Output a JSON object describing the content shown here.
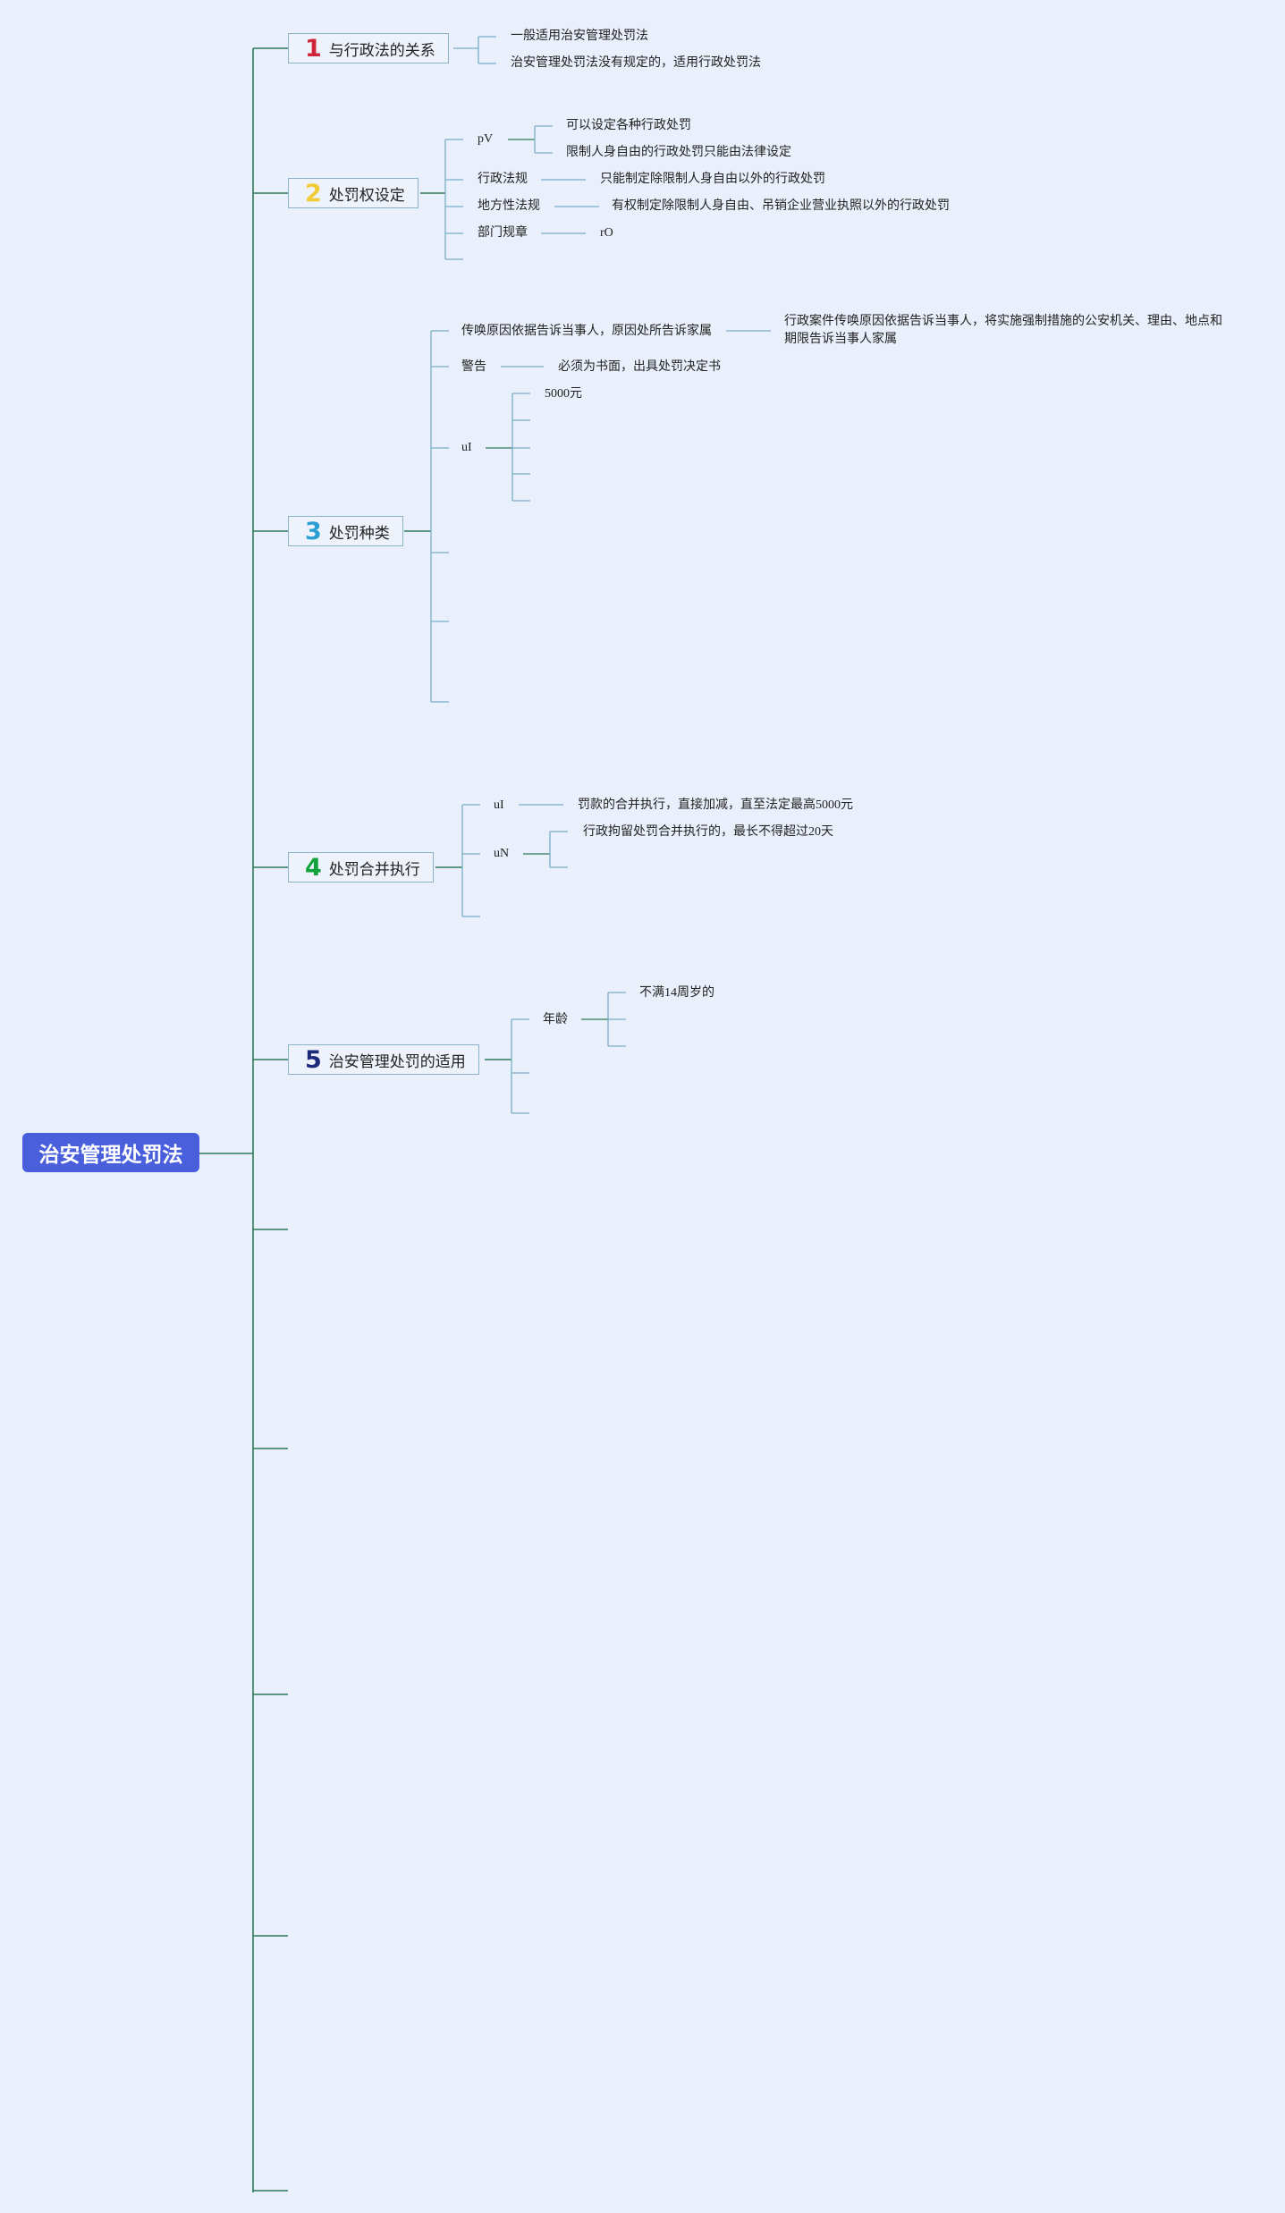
{
  "root": "治安管理处罚法",
  "colors": {
    "root_bg": "#4A5FDB",
    "line_main": "#2E7A5A",
    "line_sub": "#7BAEC6",
    "num1": "#D0263C",
    "num2": "#F2CC38",
    "num3": "#2B9FD3",
    "num4": "#12A23B",
    "num5": "#1B2A7A"
  },
  "branches": [
    {
      "num": "1",
      "label": "与行政法的关系",
      "children": [
        "一般适用治安管理处罚法",
        "治安管理处罚法没有规定的，适用行政处罚法"
      ]
    },
    {
      "num": "2",
      "label": "处罚权设定",
      "children": [
        {
          "label": "pV",
          "children": [
            "可以设定各种行政处罚",
            "限制人身自由的行政处罚只能由法律设定"
          ]
        },
        {
          "label": "行政法规",
          "children": [
            "只能制定除限制人身自由以外的行政处罚"
          ]
        },
        {
          "label": "地方性法规",
          "children": [
            "有权制定除限制人身自由、吊销企业营业执照以外的行政处罚"
          ]
        },
        {
          "label": "部门规章",
          "children": [
            "rO"
          ]
        }
      ]
    },
    {
      "num": "3",
      "label": "处罚种类",
      "children": [
        {
          "label": "传唤原因依据告诉当事人，原因处所告诉家属",
          "children": [
            "行政案件传唤原因依据告诉当事人，将实施强制措施的公安机关、理由、地点和期限告诉当事人家属"
          ]
        },
        {
          "label": "警告",
          "children": [
            "必须为书面，出具处罚决定书"
          ]
        },
        {
          "label": "uI",
          "children": [
            "5000元"
          ]
        }
      ]
    },
    {
      "num": "4",
      "label": "处罚合并执行",
      "children": [
        {
          "label": "uI",
          "children": [
            "罚款的合并执行，直接加减，直至法定最高5000元"
          ]
        },
        {
          "label": "uN",
          "children": [
            "行政拘留处罚合并执行的，最长不得超过20天"
          ]
        }
      ]
    },
    {
      "num": "5",
      "label": "治安管理处罚的适用",
      "children": [
        {
          "label": "年龄",
          "children": [
            "不满14周岁的"
          ]
        }
      ]
    }
  ]
}
